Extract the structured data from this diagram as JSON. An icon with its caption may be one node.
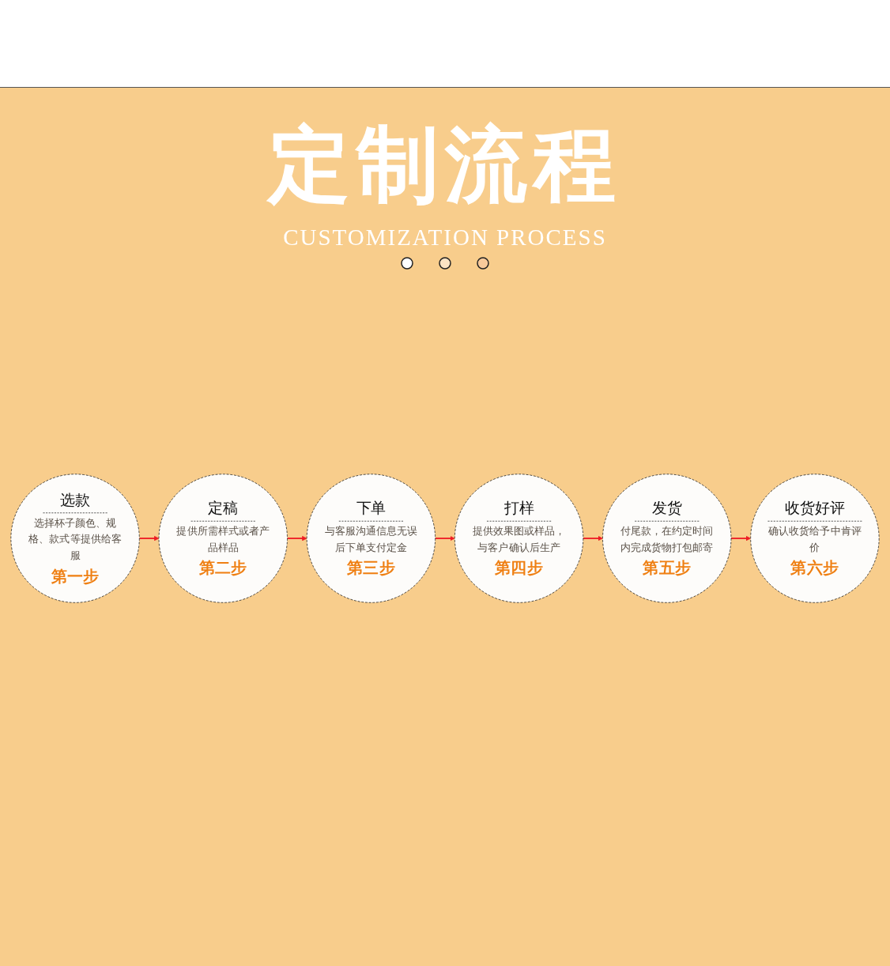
{
  "diagram": {
    "title": "定制流程",
    "nodes": [
      {
        "text": [
          "选款",
          "选择杯子颜色、规格、款式等提供给客服",
          "第一步"
        ]
      },
      {
        "text": [
          "定稿",
          "提供所需样式或者产品样品",
          "第二步"
        ]
      },
      {
        "text": [
          "下单",
          "与客服沟通信息无误后下单支付定金",
          "第三步"
        ]
      },
      {
        "text": [
          "打样",
          "提供效果图或样品，与客户确认后生产",
          "第四步"
        ]
      },
      {
        "text": [
          "发货",
          "付尾款，在约定时间内完成货物打包邮寄",
          "第五步"
        ]
      },
      {
        "text": [
          "收货好评",
          "确认收货给予中肯评价",
          "第六步"
        ]
      }
    ],
    "edges": [
      {
        "from": 0,
        "to": 1,
        "arrow": "to"
      },
      {
        "from": 1,
        "to": 2,
        "arrow": "to"
      },
      {
        "from": 2,
        "to": 3,
        "arrow": "to"
      },
      {
        "from": 3,
        "to": 4,
        "arrow": "to"
      },
      {
        "from": 4,
        "to": 5,
        "arrow": "to"
      }
    ],
    "labels": [
      "CUSTOMIZATION PROCESS"
    ]
  }
}
